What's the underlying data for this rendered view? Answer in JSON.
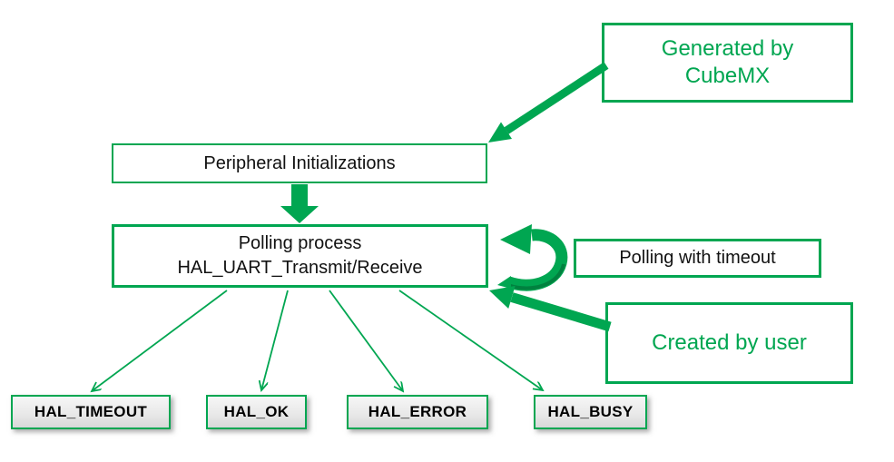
{
  "colors": {
    "accent_green": "#00a651",
    "accent_green_dark": "#00813f",
    "text_black": "#111111",
    "status_fill_top": "#f6f6f6",
    "status_fill_bottom": "#d8d8d8"
  },
  "callouts": {
    "generated": {
      "line1": "Generated by",
      "line2": "CubeMX"
    },
    "timeout": {
      "text": "Polling with timeout"
    },
    "created": {
      "text": "Created by user"
    }
  },
  "process": {
    "init": {
      "text": "Peripheral Initializations"
    },
    "polling": {
      "line1": "Polling process",
      "line2": "HAL_UART_Transmit/Receive"
    }
  },
  "statuses": [
    {
      "label": "HAL_TIMEOUT"
    },
    {
      "label": "HAL_OK"
    },
    {
      "label": "HAL_ERROR"
    },
    {
      "label": "HAL_BUSY"
    }
  ],
  "icons": {
    "loop_arrow": "circular-loop-arrow",
    "down_block_arrow": "thick-down-arrow"
  }
}
